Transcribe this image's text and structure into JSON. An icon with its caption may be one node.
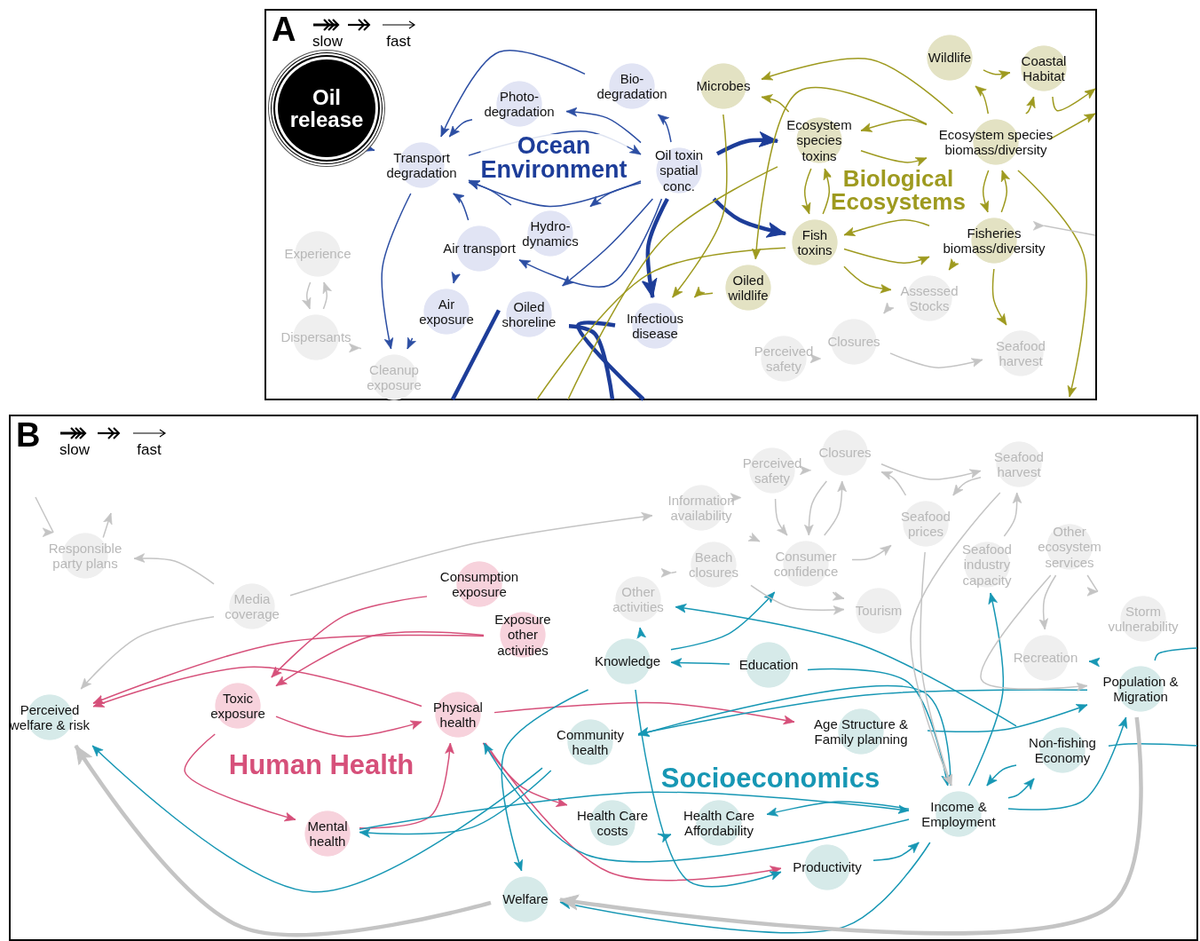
{
  "diagram": {
    "nodes": [
      {
        "text": [
          "A"
        ]
      },
      {
        "text": [
          "Oil release"
        ],
        "in": 0
      },
      {
        "text": [
          "Transport degradation"
        ],
        "in": 0
      },
      {
        "text": [
          "Photo- degradation"
        ],
        "in": 0
      },
      {
        "text": [
          "Bio- degradation"
        ],
        "in": 0
      },
      {
        "text": [
          "Oil toxin spatial conc."
        ],
        "in": 0
      },
      {
        "text": [
          "Hydro- dynamics"
        ],
        "in": 0
      },
      {
        "text": [
          "Air transport"
        ],
        "in": 0
      },
      {
        "text": [
          "Air exposure"
        ],
        "in": 0
      },
      {
        "text": [
          "Oiled shoreline"
        ],
        "in": 0
      },
      {
        "text": [
          "Infectious disease"
        ],
        "in": 0
      },
      {
        "text": [
          "Microbes"
        ],
        "in": 0
      },
      {
        "text": [
          "Wildlife"
        ],
        "in": 0
      },
      {
        "text": [
          "Coastal Habitat"
        ],
        "in": 0
      },
      {
        "text": [
          "Ecosystem species toxins"
        ],
        "in": 0
      },
      {
        "text": [
          "Ecosystem species biomass/diversity"
        ],
        "in": 0
      },
      {
        "text": [
          "Fish toxins"
        ],
        "in": 0
      },
      {
        "text": [
          "Fisheries biomass/diversity"
        ],
        "in": 0
      },
      {
        "text": [
          "Oiled wildlife"
        ],
        "in": 0
      },
      {
        "text": [
          "Experience"
        ],
        "in": 0
      },
      {
        "text": [
          "Dispersants"
        ],
        "in": 0
      },
      {
        "text": [
          "Cleanup exposure"
        ],
        "in": 0
      },
      {
        "text": [
          "Assessed Stocks"
        ],
        "in": 0
      },
      {
        "text": [
          "Perceived safety"
        ],
        "in": 0
      },
      {
        "text": [
          "Closures"
        ],
        "in": 0
      },
      {
        "text": [
          "Seafood harvest"
        ],
        "in": 0
      },
      {
        "text": [
          "B"
        ]
      },
      {
        "text": [
          "Responsible party plans"
        ],
        "in": 26
      },
      {
        "text": [
          "Media coverage"
        ],
        "in": 26
      },
      {
        "text": [
          "Consumption exposure"
        ],
        "in": 26
      },
      {
        "text": [
          "Exposure other activities"
        ],
        "in": 26
      },
      {
        "text": [
          "Perceived welfare & risk"
        ],
        "in": 26
      },
      {
        "text": [
          "Toxic exposure"
        ],
        "in": 26
      },
      {
        "text": [
          "Physical health"
        ],
        "in": 26
      },
      {
        "text": [
          "Mental health"
        ],
        "in": 26
      },
      {
        "text": [
          "Welfare"
        ],
        "in": 26
      },
      {
        "text": [
          "Information availability"
        ],
        "in": 26
      },
      {
        "text": [
          "Perceived safety"
        ],
        "in": 26
      },
      {
        "text": [
          "Closures"
        ],
        "in": 26
      },
      {
        "text": [
          "Seafood harvest"
        ],
        "in": 26
      },
      {
        "text": [
          "Seafood prices"
        ],
        "in": 26
      },
      {
        "text": [
          "Seafood industry capacity"
        ],
        "in": 26
      },
      {
        "text": [
          "Other ecosystem services"
        ],
        "in": 26
      },
      {
        "text": [
          "Beach closures"
        ],
        "in": 26
      },
      {
        "text": [
          "Consumer confidence"
        ],
        "in": 26
      },
      {
        "text": [
          "Other activities"
        ],
        "in": 26
      },
      {
        "text": [
          "Tourism"
        ],
        "in": 26
      },
      {
        "text": [
          "Storm vulnerability"
        ],
        "in": 26
      },
      {
        "text": [
          "Recreation"
        ],
        "in": 26
      },
      {
        "text": [
          "Knowledge"
        ],
        "in": 26
      },
      {
        "text": [
          "Education"
        ],
        "in": 26
      },
      {
        "text": [
          "Population & Migration"
        ],
        "in": 26
      },
      {
        "text": [
          "Community health"
        ],
        "in": 26
      },
      {
        "text": [
          "Age Structure & Family planning"
        ],
        "in": 26
      },
      {
        "text": [
          "Non-fishing Economy"
        ],
        "in": 26
      },
      {
        "text": [
          "Health Care costs"
        ],
        "in": 26
      },
      {
        "text": [
          "Health Care Affordability"
        ],
        "in": 26
      },
      {
        "text": [
          "Income & Employment"
        ],
        "in": 26
      },
      {
        "text": [
          "Productivity"
        ],
        "in": 26
      }
    ],
    "edges": [
      {
        "from": 1,
        "to": 2,
        "arrow": "to",
        "color": "#2c4ea3"
      },
      {
        "from": 5,
        "to": 3,
        "arrow": "to",
        "color": "#2c4ea3"
      },
      {
        "from": 5,
        "to": 4,
        "arrow": "to",
        "color": "#2c4ea3"
      },
      {
        "from": 4,
        "to": 2,
        "arrow": "to",
        "color": "#2c4ea3"
      },
      {
        "from": 3,
        "to": 2,
        "arrow": "to",
        "color": "#2c4ea3"
      },
      {
        "from": 2,
        "to": 5,
        "arrow": "to",
        "color": "#2c4ea3"
      },
      {
        "from": 5,
        "to": 2,
        "arrow": "to",
        "color": "#2c4ea3"
      },
      {
        "from": 6,
        "to": 2,
        "arrow": "to",
        "color": "#2c4ea3"
      },
      {
        "from": 7,
        "to": 2,
        "arrow": "to",
        "color": "#2c4ea3"
      },
      {
        "from": 5,
        "to": 6,
        "arrow": "to",
        "color": "#2c4ea3"
      },
      {
        "from": 5,
        "to": 7,
        "arrow": "to",
        "color": "#2c4ea3"
      },
      {
        "from": 7,
        "to": 8,
        "arrow": "to",
        "color": "#2c4ea3"
      },
      {
        "from": 5,
        "to": 9,
        "arrow": "to",
        "color": "#2c4ea3"
      },
      {
        "from": 2,
        "to": 21,
        "arrow": "to",
        "color": "#2c4ea3"
      },
      {
        "from": 8,
        "to": 21,
        "arrow": "to",
        "color": "#2c4ea3"
      },
      {
        "from": 5,
        "to": 14,
        "arrow": "to",
        "style": "thick",
        "color": "#1d3d99"
      },
      {
        "from": 5,
        "to": 16,
        "arrow": "to",
        "style": "thick",
        "color": "#1d3d99"
      },
      {
        "from": 5,
        "to": 10,
        "arrow": "to",
        "style": "thick",
        "color": "#1d3d99"
      },
      {
        "from": 9,
        "to": null,
        "arrow": "none",
        "style": "thick",
        "color": "#1d3d99"
      },
      {
        "from": 9,
        "to": null,
        "arrow": "none",
        "style": "thick",
        "color": "#1d3d99"
      },
      {
        "from": 10,
        "to": null,
        "arrow": "none",
        "style": "thick",
        "color": "#1d3d99"
      },
      {
        "from": 11,
        "to": 10,
        "arrow": "to",
        "color": "#9e9a1f"
      },
      {
        "from": 18,
        "to": 10,
        "arrow": "to",
        "color": "#9e9a1f"
      },
      {
        "from": 14,
        "to": 11,
        "arrow": "to",
        "color": "#9e9a1f"
      },
      {
        "from": 15,
        "to": 11,
        "arrow": "to",
        "color": "#9e9a1f"
      },
      {
        "from": 12,
        "to": 13,
        "arrow": "to",
        "color": "#9e9a1f"
      },
      {
        "from": 15,
        "to": 12,
        "arrow": "to",
        "color": "#9e9a1f"
      },
      {
        "from": 15,
        "to": 13,
        "arrow": "to",
        "color": "#9e9a1f"
      },
      {
        "from": 13,
        "to": null,
        "arrow": "to",
        "color": "#9e9a1f"
      },
      {
        "from": 15,
        "to": null,
        "arrow": "to",
        "color": "#9e9a1f"
      },
      {
        "from": 14,
        "to": 15,
        "arrow": "to",
        "color": "#9e9a1f"
      },
      {
        "from": 15,
        "to": 14,
        "arrow": "to",
        "color": "#9e9a1f"
      },
      {
        "from": 14,
        "to": 16,
        "arrow": "to",
        "color": "#9e9a1f"
      },
      {
        "from": 16,
        "to": 14,
        "arrow": "to",
        "color": "#9e9a1f"
      },
      {
        "from": 15,
        "to": 17,
        "arrow": "to",
        "color": "#9e9a1f"
      },
      {
        "from": 17,
        "to": 15,
        "arrow": "to",
        "color": "#9e9a1f"
      },
      {
        "from": 16,
        "to": 17,
        "arrow": "to",
        "color": "#9e9a1f"
      },
      {
        "from": 17,
        "to": 16,
        "arrow": "to",
        "color": "#9e9a1f"
      },
      {
        "from": 16,
        "to": 22,
        "arrow": "to",
        "color": "#9e9a1f"
      },
      {
        "from": 17,
        "to": 22,
        "arrow": "to",
        "color": "#9e9a1f"
      },
      {
        "from": 17,
        "to": 25,
        "arrow": "to",
        "color": "#9e9a1f"
      },
      {
        "from": 15,
        "to": null,
        "arrow": "to",
        "color": "#9e9a1f"
      },
      {
        "from": 16,
        "to": null,
        "arrow": "none",
        "color": "#9e9a1f"
      },
      {
        "from": 14,
        "to": null,
        "arrow": "none",
        "color": "#9e9a1f"
      },
      {
        "from": 15,
        "to": 18,
        "arrow": "to",
        "color": "#9e9a1f"
      },
      {
        "from": 19,
        "to": 20,
        "arrow": "to",
        "color": "#c4c4c4"
      },
      {
        "from": 20,
        "to": 19,
        "arrow": "to",
        "color": "#c4c4c4"
      },
      {
        "from": 21,
        "to": 20,
        "arrow": "to",
        "color": "#c4c4c4"
      },
      {
        "from": 22,
        "to": 24,
        "arrow": "to",
        "color": "#c4c4c4"
      },
      {
        "from": 23,
        "to": 24,
        "arrow": "to",
        "color": "#c4c4c4"
      },
      {
        "from": 24,
        "to": 25,
        "arrow": "to",
        "color": "#c4c4c4"
      },
      {
        "from": null,
        "to": 17,
        "arrow": "to",
        "color": "#c4c4c4"
      },
      {
        "from": 29,
        "to": 32,
        "arrow": "to",
        "color": "#d6507a"
      },
      {
        "from": 30,
        "to": 32,
        "arrow": "to",
        "color": "#d6507a"
      },
      {
        "from": 30,
        "to": 31,
        "arrow": "to",
        "color": "#d6507a"
      },
      {
        "from": 33,
        "to": 31,
        "arrow": "to",
        "color": "#d6507a"
      },
      {
        "from": 32,
        "to": 33,
        "arrow": "to",
        "color": "#d6507a"
      },
      {
        "from": 32,
        "to": 34,
        "arrow": "to",
        "color": "#d6507a"
      },
      {
        "from": 34,
        "to": 33,
        "arrow": "to",
        "color": "#d6507a"
      },
      {
        "from": 33,
        "to": 53,
        "arrow": "to",
        "color": "#d6507a"
      },
      {
        "from": 33,
        "to": 55,
        "arrow": "to",
        "color": "#d6507a"
      },
      {
        "from": 33,
        "to": 58,
        "arrow": "to",
        "color": "#d6507a"
      },
      {
        "from": 52,
        "to": 31,
        "arrow": "to",
        "color": "#1797b4"
      },
      {
        "from": 49,
        "to": 45,
        "arrow": "to",
        "color": "#1797b4"
      },
      {
        "from": 49,
        "to": 44,
        "arrow": "to",
        "color": "#1797b4"
      },
      {
        "from": 49,
        "to": 35,
        "arrow": "to",
        "color": "#1797b4"
      },
      {
        "from": 50,
        "to": 49,
        "arrow": "to",
        "color": "#1797b4"
      },
      {
        "from": 50,
        "to": 57,
        "arrow": "to",
        "color": "#1797b4"
      },
      {
        "from": 57,
        "to": 52,
        "arrow": "to",
        "color": "#1797b4"
      },
      {
        "from": 57,
        "to": 56,
        "arrow": "to",
        "color": "#1797b4"
      },
      {
        "from": 55,
        "to": 56,
        "arrow": "to",
        "color": "#1797b4"
      },
      {
        "from": 34,
        "to": 57,
        "arrow": "to",
        "color": "#1797b4"
      },
      {
        "from": 52,
        "to": 34,
        "arrow": "to",
        "color": "#1797b4"
      },
      {
        "from": 49,
        "to": 58,
        "arrow": "to",
        "color": "#1797b4"
      },
      {
        "from": 57,
        "to": 35,
        "arrow": "to",
        "color": "#1797b4"
      },
      {
        "from": 58,
        "to": 57,
        "arrow": "to",
        "color": "#1797b4"
      },
      {
        "from": 57,
        "to": 54,
        "arrow": "to",
        "color": "#1797b4"
      },
      {
        "from": 54,
        "to": 57,
        "arrow": "to",
        "color": "#1797b4"
      },
      {
        "from": 57,
        "to": 41,
        "arrow": "to",
        "color": "#1797b4"
      },
      {
        "from": 54,
        "to": 45,
        "arrow": "to",
        "color": "#1797b4"
      },
      {
        "from": 57,
        "to": 33,
        "arrow": "to",
        "color": "#1797b4"
      },
      {
        "from": 53,
        "to": 51,
        "arrow": "to",
        "color": "#1797b4"
      },
      {
        "from": 51,
        "to": 52,
        "arrow": "to",
        "color": "#1797b4"
      },
      {
        "from": 51,
        "to": 48,
        "arrow": "to",
        "color": "#1797b4"
      },
      {
        "from": 57,
        "to": 51,
        "arrow": "to",
        "color": "#1797b4"
      },
      {
        "from": 54,
        "to": null,
        "arrow": "none",
        "color": "#1797b4"
      },
      {
        "from": 51,
        "to": null,
        "arrow": "none",
        "color": "#1797b4"
      },
      {
        "from": 28,
        "to": 27,
        "arrow": "to",
        "color": "#c4c4c4"
      },
      {
        "from": 28,
        "to": 31,
        "arrow": "to",
        "color": "#c4c4c4"
      },
      {
        "from": 28,
        "to": 36,
        "arrow": "to",
        "color": "#c4c4c4"
      },
      {
        "from": 36,
        "to": 37,
        "arrow": "to",
        "color": "#c4c4c4"
      },
      {
        "from": 37,
        "to": 38,
        "arrow": "to",
        "color": "#c4c4c4"
      },
      {
        "from": 37,
        "to": 44,
        "arrow": "to",
        "color": "#c4c4c4"
      },
      {
        "from": 36,
        "to": 44,
        "arrow": "to",
        "color": "#c4c4c4"
      },
      {
        "from": 44,
        "to": 38,
        "arrow": "to",
        "color": "#c4c4c4"
      },
      {
        "from": 38,
        "to": 44,
        "arrow": "to",
        "color": "#c4c4c4"
      },
      {
        "from": 44,
        "to": 40,
        "arrow": "to",
        "color": "#c4c4c4"
      },
      {
        "from": 40,
        "to": 38,
        "arrow": "to",
        "color": "#c4c4c4"
      },
      {
        "from": 38,
        "to": 39,
        "arrow": "to",
        "color": "#c4c4c4"
      },
      {
        "from": 39,
        "to": 40,
        "arrow": "to",
        "color": "#c4c4c4"
      },
      {
        "from": 41,
        "to": 39,
        "arrow": "to",
        "color": "#c4c4c4"
      },
      {
        "from": 44,
        "to": 46,
        "arrow": "to",
        "color": "#c4c4c4"
      },
      {
        "from": 43,
        "to": 45,
        "arrow": "to",
        "color": "#c4c4c4"
      },
      {
        "from": 43,
        "to": 46,
        "arrow": "to",
        "color": "#c4c4c4"
      },
      {
        "from": 42,
        "to": 47,
        "arrow": "to",
        "color": "#c4c4c4"
      },
      {
        "from": 42,
        "to": 48,
        "arrow": "to",
        "color": "#c4c4c4"
      },
      {
        "from": 42,
        "to": 51,
        "arrow": "to",
        "color": "#c4c4c4"
      },
      {
        "from": 35,
        "to": 31,
        "arrow": "to",
        "style": "thick",
        "color": "#c4c4c4"
      },
      {
        "from": null,
        "to": 27,
        "arrow": "to",
        "color": "#c4c4c4"
      },
      {
        "from": 27,
        "to": null,
        "arrow": "to",
        "color": "#c4c4c4"
      },
      {
        "from": 51,
        "to": 35,
        "arrow": "to",
        "style": "thick",
        "color": "#c4c4c4"
      },
      {
        "from": 39,
        "to": 57,
        "arrow": "to",
        "color": "#c4c4c4"
      },
      {
        "from": 40,
        "to": 57,
        "arrow": "to",
        "color": "#c4c4c4"
      }
    ],
    "labels": [
      "Ocean Environment",
      "Biological Ecosystems",
      "Human Health",
      "Socioeconomics"
    ],
    "legend": [
      {
        "text": "slow"
      },
      {
        "text": "fast"
      },
      {
        "text": "slow"
      },
      {
        "text": "fast"
      }
    ]
  }
}
